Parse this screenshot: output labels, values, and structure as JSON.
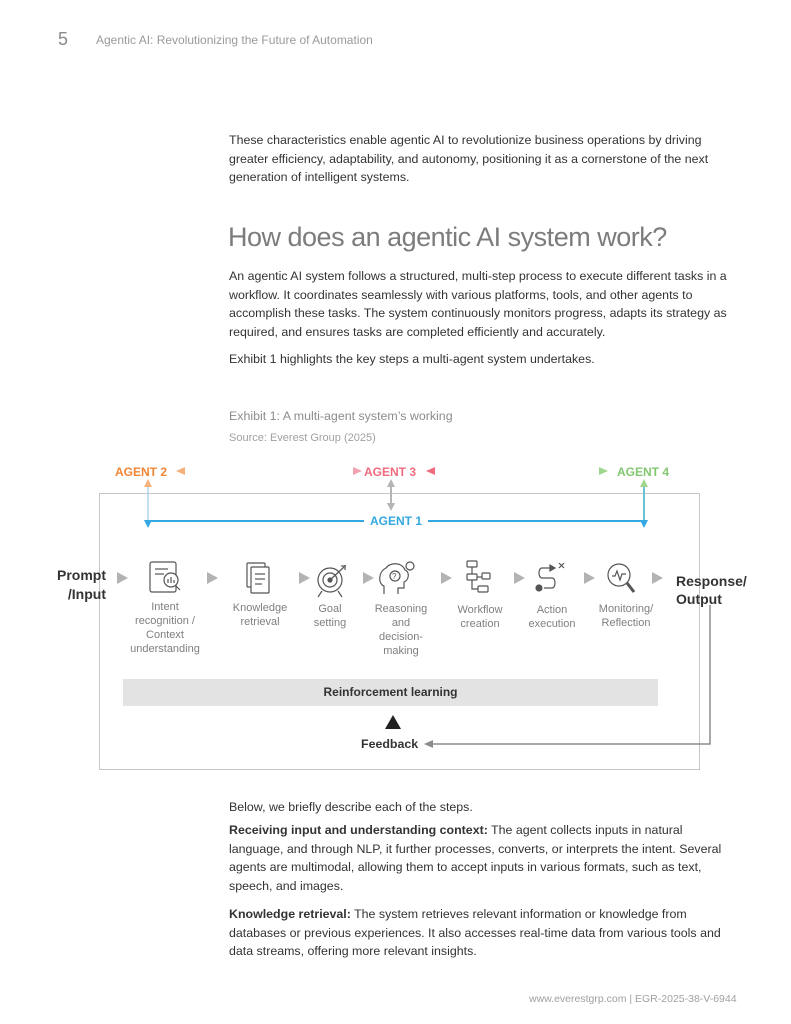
{
  "header": {
    "page_number": "5",
    "running_title": "Agentic AI: Revolutionizing the Future of Automation"
  },
  "intro_paragraph": "These characteristics enable agentic AI to revolutionize business operations by driving greater efficiency, adaptability, and autonomy, positioning it as a cornerstone of the next generation of intelligent systems.",
  "section": {
    "heading": "How does an agentic AI system work?",
    "para1": "An agentic AI system follows a structured, multi-step process to execute different tasks in a workflow. It coordinates seamlessly with various platforms, tools, and other agents to accomplish these tasks. The system continuously monitors progress, adapts its strategy as required, and ensures tasks are completed efficiently and accurately.",
    "para2": "Exhibit 1 highlights the key steps a multi-agent system undertakes."
  },
  "exhibit": {
    "title": "Exhibit 1: A multi-agent system’s working",
    "source": "Source: Everest Group (2025)",
    "agents": {
      "agent1": "AGENT 1",
      "agent2": "AGENT 2",
      "agent3": "AGENT 3",
      "agent4": "AGENT 4"
    },
    "agent_colors": {
      "agent1": "#34a8e0",
      "agent2": "#f08535",
      "agent3": "#ef6b7d",
      "agent4": "#82c870"
    },
    "prompt_label_line1": "Prompt",
    "prompt_label_line2": "/Input",
    "response_label_line1": "Response/",
    "response_label_line2": "Output",
    "steps": [
      {
        "icon": "intent-recognition-icon",
        "label": "Intent recognition / Context understanding"
      },
      {
        "icon": "knowledge-retrieval-icon",
        "label": "Knowledge retrieval"
      },
      {
        "icon": "goal-setting-icon",
        "label": "Goal setting"
      },
      {
        "icon": "reasoning-icon",
        "label": "Reasoning and decision-making"
      },
      {
        "icon": "workflow-creation-icon",
        "label": "Workflow creation"
      },
      {
        "icon": "action-execution-icon",
        "label": "Action execution"
      },
      {
        "icon": "monitoring-icon",
        "label": "Monitoring/ Reflection"
      }
    ],
    "reinforcement_label": "Reinforcement learning",
    "feedback_label": "Feedback"
  },
  "steps_intro": "Below, we briefly describe each of the steps.",
  "receiving": {
    "lead": "Receiving input and understanding context:",
    "text": " The agent collects inputs in natural language, and through NLP, it further processes, converts, or interprets the intent. Several agents are multimodal, allowing them to accept inputs in various formats, such as text, speech, and images."
  },
  "knowledge": {
    "lead": "Knowledge retrieval:",
    "text": " The system retrieves relevant information or knowledge from databases or previous experiences. It also accesses real-time data from various tools and data streams, offering more relevant insights."
  },
  "footer": "www.everestgrp.com | EGR-2025-38-V-6944"
}
